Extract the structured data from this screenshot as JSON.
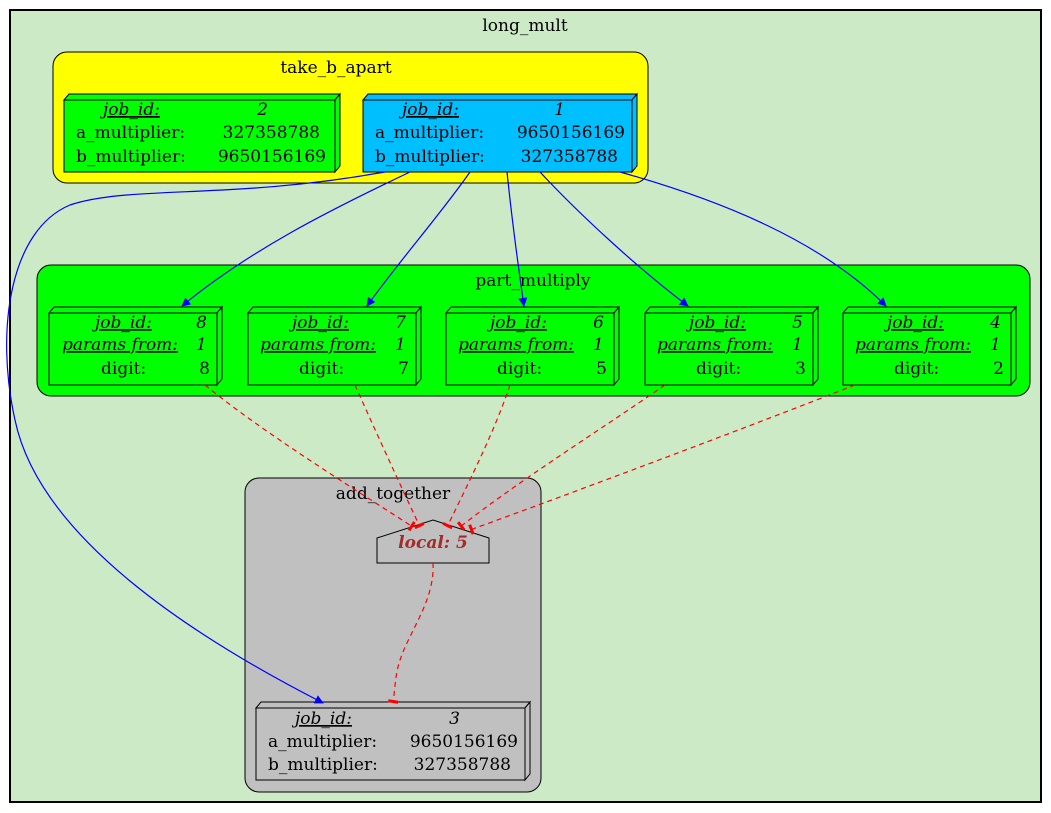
{
  "clusters": {
    "long_mult": "long_mult",
    "take_b_apart": "take_b_apart",
    "part_multiply": "part_multiply",
    "add_together": "add_together"
  },
  "labels": {
    "job_id": "job_id:",
    "params_from": "params from:",
    "a_multiplier": "a_multiplier:",
    "b_multiplier": "b_multiplier:",
    "digit": "digit:"
  },
  "jobs": {
    "j2": {
      "id": "2",
      "a": "327358788",
      "b": "9650156169"
    },
    "j1": {
      "id": "1",
      "a": "9650156169",
      "b": "327358788"
    },
    "j8": {
      "id": "8",
      "from": "1",
      "digit": "8"
    },
    "j7": {
      "id": "7",
      "from": "1",
      "digit": "7"
    },
    "j6": {
      "id": "6",
      "from": "1",
      "digit": "5"
    },
    "j5": {
      "id": "5",
      "from": "1",
      "digit": "3"
    },
    "j4": {
      "id": "4",
      "from": "1",
      "digit": "2"
    },
    "j3": {
      "id": "3",
      "a": "9650156169",
      "b": "327358788"
    }
  },
  "local": {
    "text": "local: 5"
  },
  "colors": {
    "outer_bg": "#cdeac7",
    "take_b_apart_bg": "#ffff00",
    "part_multiply_bg": "#00ff00",
    "add_together_bg": "#c0c0c0",
    "job_green": "#00ff00",
    "job_blue": "#00bfff",
    "job_grey": "#c0c0c0",
    "edge_blue": "#0000ff",
    "edge_red": "#ff0000",
    "local_text": "#a52a2a"
  }
}
